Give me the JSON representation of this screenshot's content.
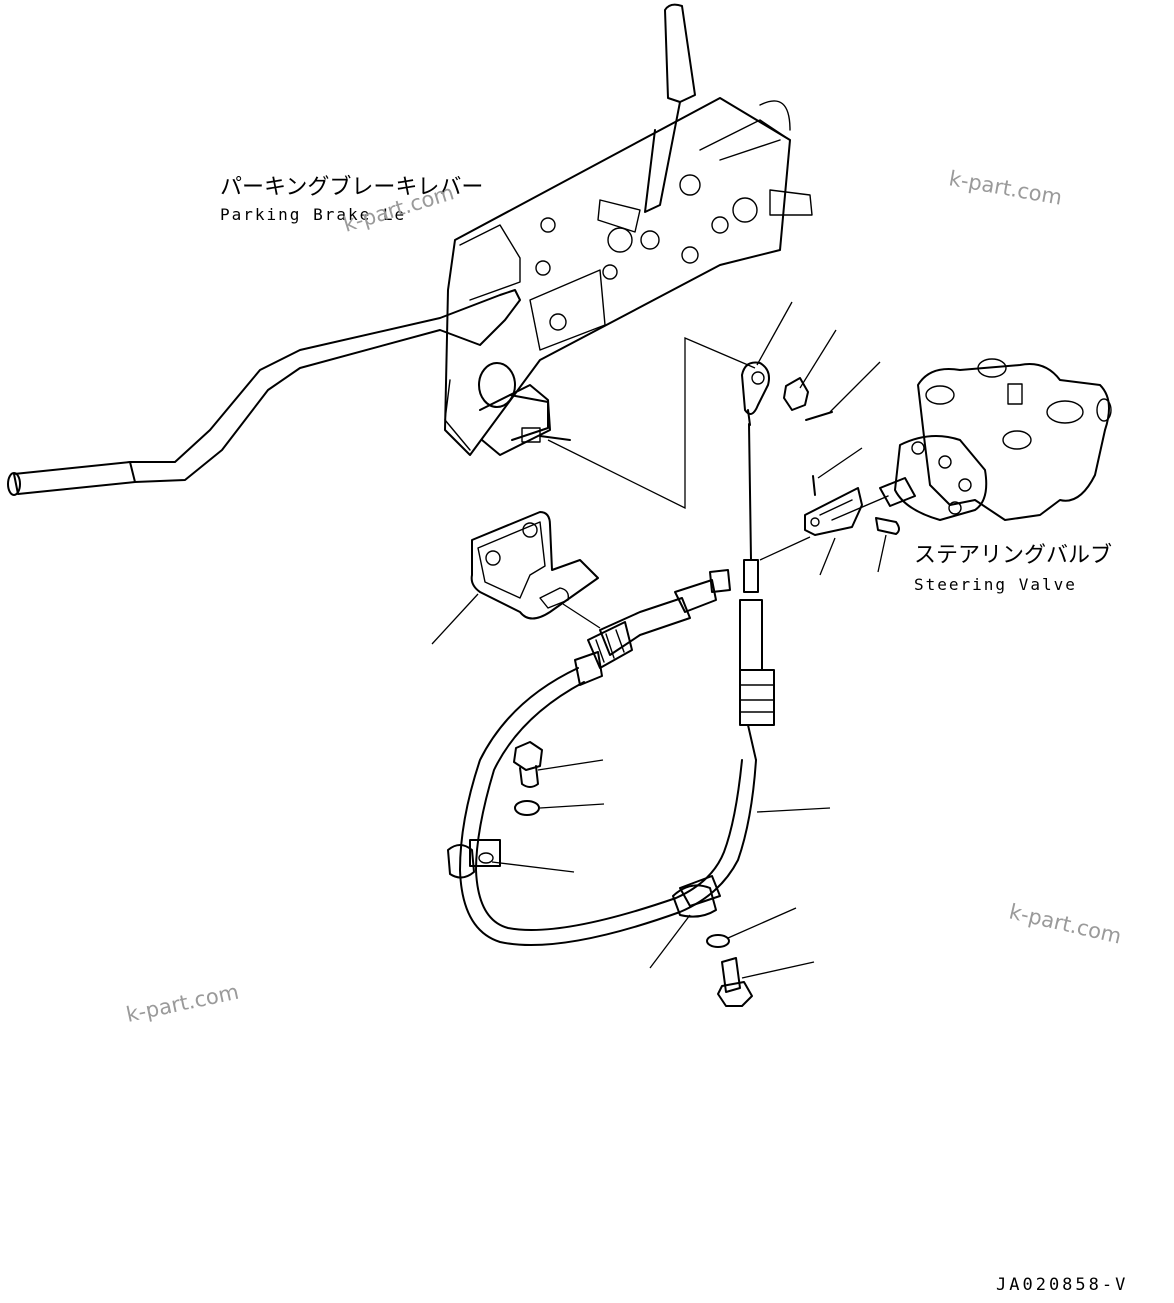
{
  "labels": {
    "parking_brake_jp": "パーキングブレーキレバー",
    "parking_brake_en": "Parking Brake Le",
    "steering_valve_jp": "ステアリングバルブ",
    "steering_valve_en": "Steering Valve"
  },
  "watermarks": [
    "k-part.com",
    "k-part.com",
    "k-part.com",
    "k-part.com"
  ],
  "drawing_code": "JA020858-V"
}
